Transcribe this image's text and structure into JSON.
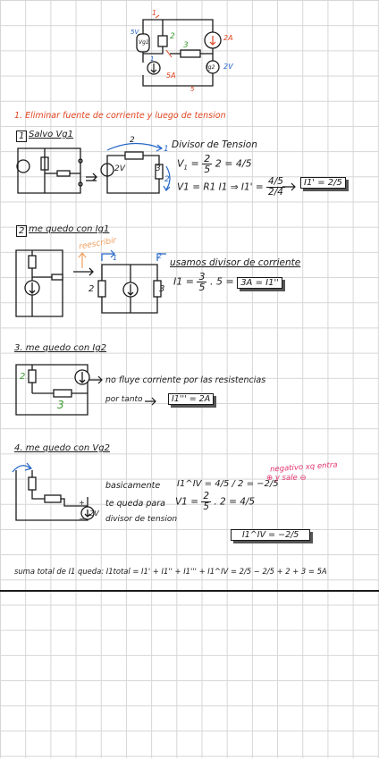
{
  "top": {
    "v_left": "5V",
    "box_g1": "Vg1",
    "n2": "2",
    "n3": "3",
    "n1": "1",
    "i2a": "2A",
    "box_ig2": "Ig2",
    "v2": "2V",
    "n1b": "1",
    "i_label": "5A",
    "n5": "5"
  },
  "s1": {
    "title": "1. Eliminar fuente de corriente y luego de tension",
    "num": "1",
    "label": "Salvo Vg1",
    "c_top": "2",
    "c_src": "2V",
    "c_right": "3",
    "c_node1": "1",
    "c_node2": "2",
    "divisor": "Divisor de Tension",
    "v1_pre": "V",
    "v1_sub": "1",
    "eq": "=",
    "f1_num": "2",
    "f1_den": "5",
    "times2": "2 = 4/5",
    "line2": "V1 = R1 I1 ⇒ I1' =",
    "f2_num": "4/5",
    "f2_den": "2/4",
    "boxed": "I1' = 2/5"
  },
  "s2": {
    "num": "2",
    "label": "me quedo con Ig1",
    "reescribir": "reescribir",
    "left2": "2",
    "right3": "3",
    "n1": "1",
    "n2": "2",
    "usamos": "usamos divisor de corriente",
    "i1_pre": "I1 =",
    "f_num": "3",
    "f_den": "5",
    "times": ". 5 =",
    "boxed": "3A = I1''"
  },
  "s3": {
    "label": "3. me quedo con Ig2",
    "n2": "2",
    "n3": "3",
    "text1": "no fluye corriente por las resistencias",
    "text2": "por tanto",
    "boxed": "I1''' = 2A"
  },
  "s4": {
    "label": "4. me quedo con Vg2",
    "src": "2V",
    "plus": "+",
    "minus": "−",
    "basic": "basicamente",
    "eq1": "I1^IV = 4/5 / 2 = −2/5",
    "note1": "negativo xq entra",
    "note2": "⊕ y sale ⊖",
    "te": "te queda para",
    "v1eq_pre": "V1 =",
    "f_num": "2",
    "f_den": "5",
    "v1eq_post": ". 2 = 4/5",
    "div": "divisor de tension",
    "boxed": "I1^IV = −2/5"
  },
  "sum": {
    "text": "suma total de I1 queda: I1total = I1' + I1'' + I1''' + I1^IV = 2/5 − 2/5 + 2 + 3 = 5A"
  }
}
